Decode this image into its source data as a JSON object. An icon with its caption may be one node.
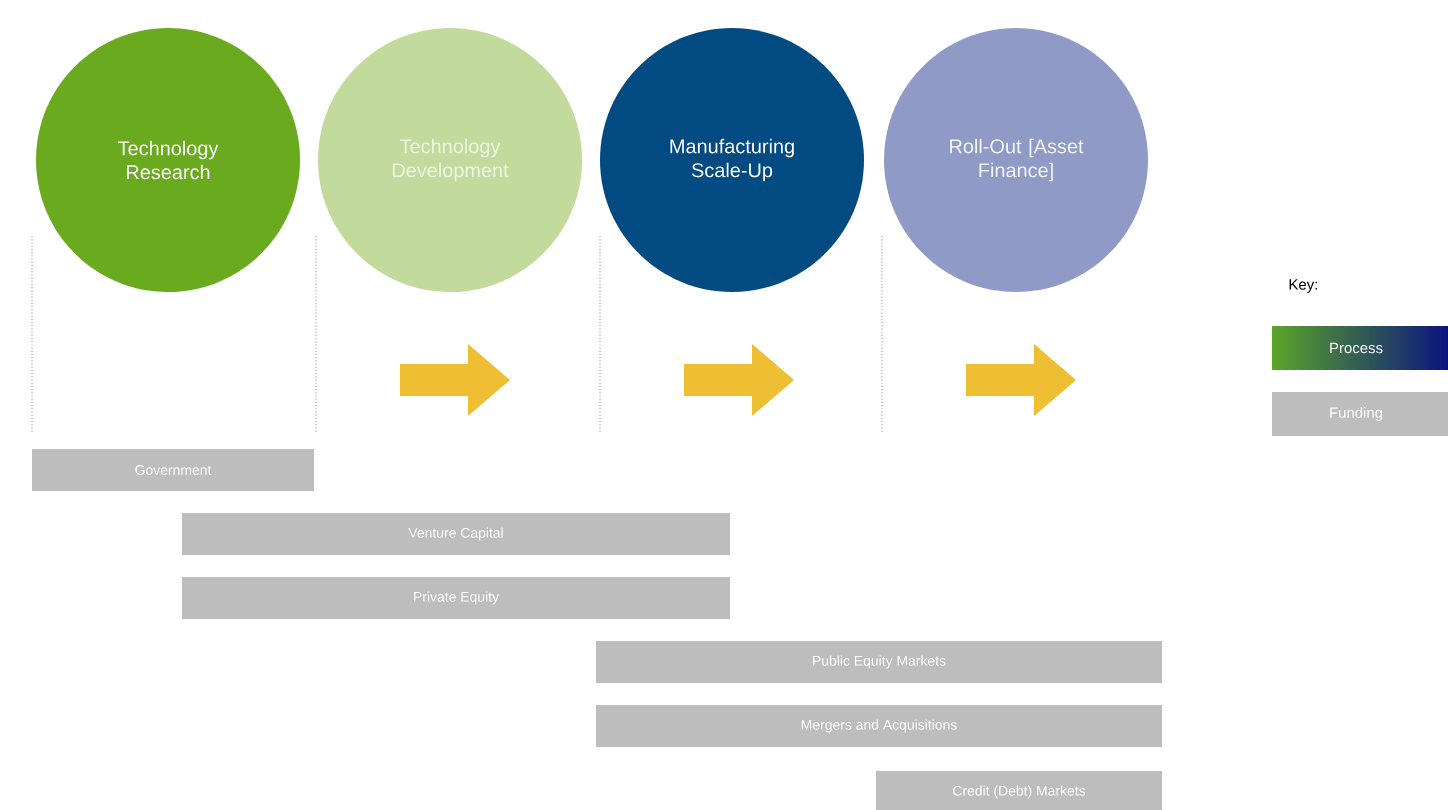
{
  "diagram": {
    "nodes": [
      {
        "text": [
          "Technology Research"
        ]
      },
      {
        "text": [
          "Technology Development"
        ]
      },
      {
        "text": [
          "Manufacturing Scale-Up"
        ]
      },
      {
        "text": [
          "Roll-Out [Asset Finance]"
        ]
      },
      {
        "text": [
          "Government"
        ]
      },
      {
        "text": [
          "Venture Capital"
        ]
      },
      {
        "text": [
          "Private Equity"
        ]
      },
      {
        "text": [
          "Public Equity Markets"
        ]
      },
      {
        "text": [
          "Mergers and Acquisitions"
        ]
      },
      {
        "text": [
          "Credit (Debt) Markets"
        ]
      }
    ],
    "edges": [],
    "labels": [
      "Key:"
    ],
    "legend": [
      {
        "text": "Process",
        "color": "#5aa52a"
      },
      {
        "text": "Funding",
        "color": "#bdbdbd"
      }
    ]
  }
}
